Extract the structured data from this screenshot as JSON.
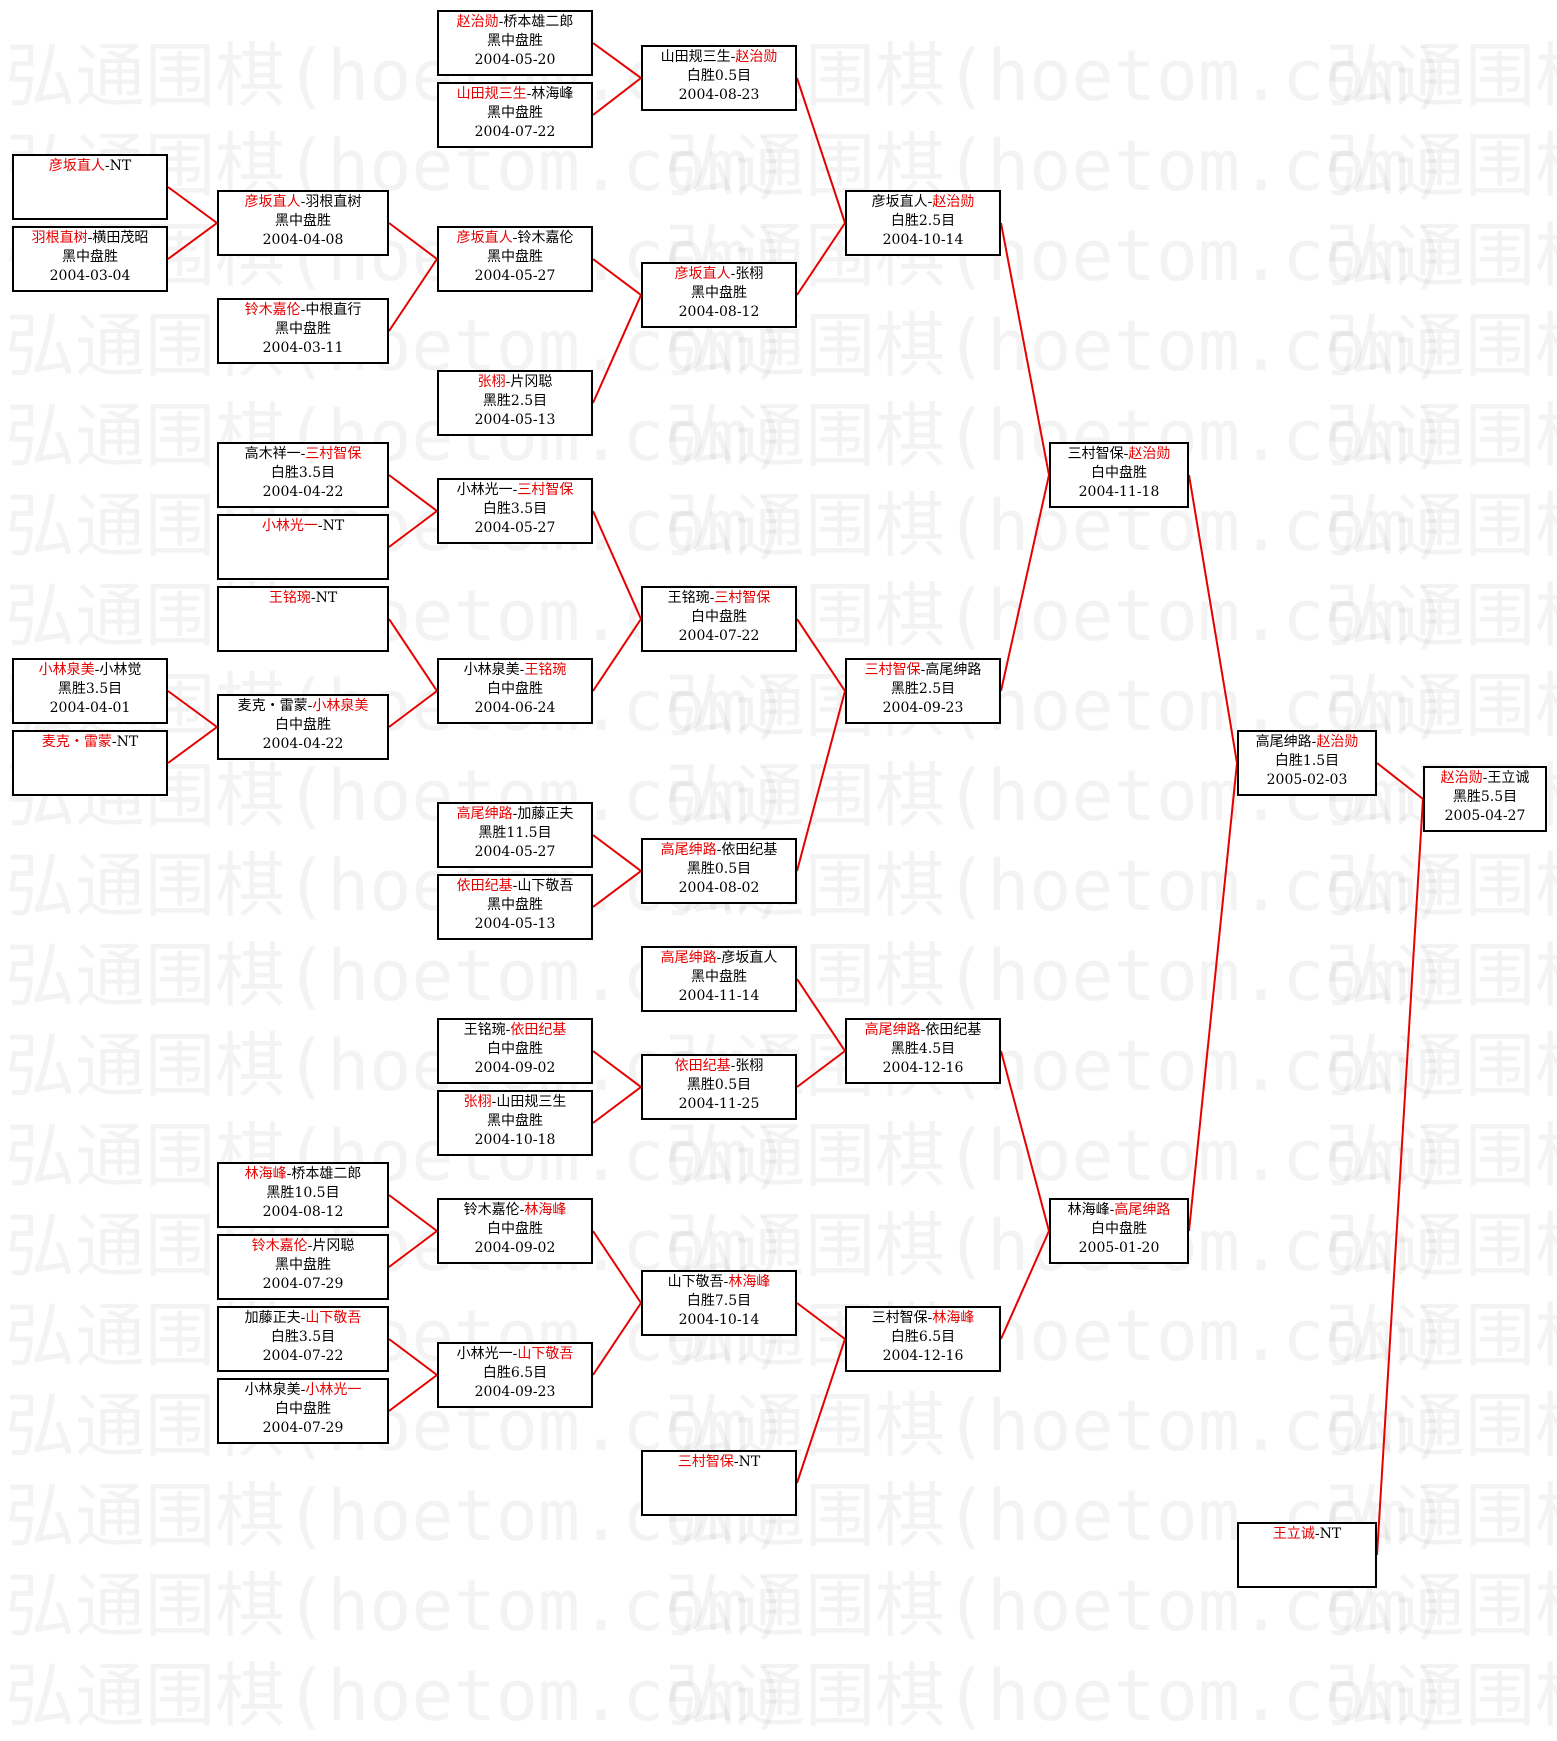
{
  "watermark": "弘通围棋(hoetom.com)",
  "colors": {
    "winner": "#e60000",
    "line": "#e60000",
    "border": "#000000",
    "text": "#000000"
  },
  "games": [
    {
      "id": "g1",
      "p1": "赵治勋",
      "sep": "-",
      "p2": "桥本雄二郎",
      "winner": 1,
      "result": "黑中盘胜",
      "date": "2004-05-20"
    },
    {
      "id": "g2",
      "p1": "山田规三生",
      "sep": "-",
      "p2": "林海峰",
      "winner": 1,
      "result": "黑中盘胜",
      "date": "2004-07-22"
    },
    {
      "id": "g3",
      "p1": "山田规三生",
      "sep": "-",
      "p2": "赵治勋",
      "winner": 2,
      "result": "白胜0.5目",
      "date": "2004-08-23"
    },
    {
      "id": "g4",
      "p1": "彦坂直人",
      "sep": "-",
      "p2": "NT",
      "winner": 1,
      "result": "",
      "date": ""
    },
    {
      "id": "g5",
      "p1": "羽根直树",
      "sep": "-",
      "p2": "横田茂昭",
      "winner": 1,
      "result": "黑中盘胜",
      "date": "2004-03-04"
    },
    {
      "id": "g6",
      "p1": "彦坂直人",
      "sep": "-",
      "p2": "羽根直树",
      "winner": 1,
      "result": "黑中盘胜",
      "date": "2004-04-08"
    },
    {
      "id": "g7",
      "p1": "铃木嘉伦",
      "sep": "-",
      "p2": "中根直行",
      "winner": 1,
      "result": "黑中盘胜",
      "date": "2004-03-11"
    },
    {
      "id": "g8",
      "p1": "彦坂直人",
      "sep": "-",
      "p2": "铃木嘉伦",
      "winner": 1,
      "result": "黑中盘胜",
      "date": "2004-05-27"
    },
    {
      "id": "g9",
      "p1": "张栩",
      "sep": "-",
      "p2": "片冈聪",
      "winner": 1,
      "result": "黑胜2.5目",
      "date": "2004-05-13"
    },
    {
      "id": "g10",
      "p1": "彦坂直人",
      "sep": "-",
      "p2": "张栩",
      "winner": 1,
      "result": "黑中盘胜",
      "date": "2004-08-12"
    },
    {
      "id": "g11",
      "p1": "彦坂直人",
      "sep": "-",
      "p2": "赵治勋",
      "winner": 2,
      "result": "白胜2.5目",
      "date": "2004-10-14"
    },
    {
      "id": "g12",
      "p1": "高木祥一",
      "sep": "-",
      "p2": "三村智保",
      "winner": 2,
      "result": "白胜3.5目",
      "date": "2004-04-22"
    },
    {
      "id": "g13",
      "p1": "小林光一",
      "sep": "-",
      "p2": "NT",
      "winner": 1,
      "result": "",
      "date": ""
    },
    {
      "id": "g14",
      "p1": "小林光一",
      "sep": "-",
      "p2": "三村智保",
      "winner": 2,
      "result": "白胜3.5目",
      "date": "2004-05-27"
    },
    {
      "id": "g15",
      "p1": "王铭琬",
      "sep": "-",
      "p2": "NT",
      "winner": 1,
      "result": "",
      "date": ""
    },
    {
      "id": "g16",
      "p1": "小林泉美",
      "sep": "-",
      "p2": "小林觉",
      "winner": 1,
      "result": "黑胜3.5目",
      "date": "2004-04-01"
    },
    {
      "id": "g17",
      "p1": "麦克・雷蒙",
      "sep": "-",
      "p2": "NT",
      "winner": 1,
      "result": "",
      "date": ""
    },
    {
      "id": "g18",
      "p1": "麦克・雷蒙",
      "sep": "-",
      "p2": "小林泉美",
      "winner": 2,
      "result": "白中盘胜",
      "date": "2004-04-22"
    },
    {
      "id": "g19",
      "p1": "小林泉美",
      "sep": "-",
      "p2": "王铭琬",
      "winner": 2,
      "result": "白中盘胜",
      "date": "2004-06-24"
    },
    {
      "id": "g20",
      "p1": "王铭琬",
      "sep": "-",
      "p2": "三村智保",
      "winner": 2,
      "result": "白中盘胜",
      "date": "2004-07-22"
    },
    {
      "id": "g21",
      "p1": "三村智保",
      "sep": "-",
      "p2": "高尾绅路",
      "winner": 1,
      "result": "黑胜2.5目",
      "date": "2004-09-23"
    },
    {
      "id": "g22",
      "p1": "三村智保",
      "sep": "-",
      "p2": "赵治勋",
      "winner": 2,
      "result": "白中盘胜",
      "date": "2004-11-18"
    },
    {
      "id": "g23",
      "p1": "高尾绅路",
      "sep": "-",
      "p2": "加藤正夫",
      "winner": 1,
      "result": "黑胜11.5目",
      "date": "2004-05-27"
    },
    {
      "id": "g24",
      "p1": "依田纪基",
      "sep": "-",
      "p2": "山下敬吾",
      "winner": 1,
      "result": "黑中盘胜",
      "date": "2004-05-13"
    },
    {
      "id": "g25",
      "p1": "高尾绅路",
      "sep": "-",
      "p2": "依田纪基",
      "winner": 1,
      "result": "黑胜0.5目",
      "date": "2004-08-02"
    },
    {
      "id": "g26",
      "p1": "高尾绅路",
      "sep": "-",
      "p2": "彦坂直人",
      "winner": 1,
      "result": "黑中盘胜",
      "date": "2004-11-14"
    },
    {
      "id": "g27",
      "p1": "王铭琬",
      "sep": "-",
      "p2": "依田纪基",
      "winner": 2,
      "result": "白中盘胜",
      "date": "2004-09-02"
    },
    {
      "id": "g28",
      "p1": "张栩",
      "sep": "-",
      "p2": "山田规三生",
      "winner": 1,
      "result": "黑中盘胜",
      "date": "2004-10-18"
    },
    {
      "id": "g29",
      "p1": "依田纪基",
      "sep": "-",
      "p2": "张栩",
      "winner": 1,
      "result": "黑胜0.5目",
      "date": "2004-11-25"
    },
    {
      "id": "g30",
      "p1": "高尾绅路",
      "sep": "-",
      "p2": "依田纪基",
      "winner": 1,
      "result": "黑胜4.5目",
      "date": "2004-12-16"
    },
    {
      "id": "g31",
      "p1": "林海峰",
      "sep": "-",
      "p2": "桥本雄二郎",
      "winner": 1,
      "result": "黑胜10.5目",
      "date": "2004-08-12"
    },
    {
      "id": "g32",
      "p1": "铃木嘉伦",
      "sep": "-",
      "p2": "片冈聪",
      "winner": 1,
      "result": "黑中盘胜",
      "date": "2004-07-29"
    },
    {
      "id": "g33",
      "p1": "铃木嘉伦",
      "sep": "-",
      "p2": "林海峰",
      "winner": 2,
      "result": "白中盘胜",
      "date": "2004-09-02"
    },
    {
      "id": "g34",
      "p1": "加藤正夫",
      "sep": "-",
      "p2": "山下敬吾",
      "winner": 2,
      "result": "白胜3.5目",
      "date": "2004-07-22"
    },
    {
      "id": "g35",
      "p1": "小林泉美",
      "sep": "-",
      "p2": "小林光一",
      "winner": 2,
      "result": "白中盘胜",
      "date": "2004-07-29"
    },
    {
      "id": "g36",
      "p1": "小林光一",
      "sep": "-",
      "p2": "山下敬吾",
      "winner": 2,
      "result": "白胜6.5目",
      "date": "2004-09-23"
    },
    {
      "id": "g37",
      "p1": "山下敬吾",
      "sep": "-",
      "p2": "林海峰",
      "winner": 2,
      "result": "白胜7.5目",
      "date": "2004-10-14"
    },
    {
      "id": "g38",
      "p1": "三村智保",
      "sep": "-",
      "p2": "NT",
      "winner": 1,
      "result": "",
      "date": ""
    },
    {
      "id": "g39",
      "p1": "三村智保",
      "sep": "-",
      "p2": "林海峰",
      "winner": 2,
      "result": "白胜6.5目",
      "date": "2004-12-16"
    },
    {
      "id": "g40",
      "p1": "林海峰",
      "sep": "-",
      "p2": "高尾绅路",
      "winner": 2,
      "result": "白中盘胜",
      "date": "2005-01-20"
    },
    {
      "id": "g41",
      "p1": "高尾绅路",
      "sep": "-",
      "p2": "赵治勋",
      "winner": 2,
      "result": "白胜1.5目",
      "date": "2005-02-03"
    },
    {
      "id": "g42",
      "p1": "王立诚",
      "sep": "-",
      "p2": "NT",
      "winner": 1,
      "result": "",
      "date": ""
    },
    {
      "id": "g43",
      "p1": "赵治勋",
      "sep": "-",
      "p2": "王立诚",
      "winner": 1,
      "result": "黑胜5.5目",
      "date": "2005-04-27"
    }
  ],
  "links": [
    [
      "g1",
      "g3"
    ],
    [
      "g2",
      "g3"
    ],
    [
      "g4",
      "g6"
    ],
    [
      "g5",
      "g6"
    ],
    [
      "g6",
      "g8"
    ],
    [
      "g7",
      "g8"
    ],
    [
      "g8",
      "g10"
    ],
    [
      "g9",
      "g10"
    ],
    [
      "g3",
      "g11"
    ],
    [
      "g10",
      "g11"
    ],
    [
      "g12",
      "g14"
    ],
    [
      "g13",
      "g14"
    ],
    [
      "g16",
      "g18"
    ],
    [
      "g17",
      "g18"
    ],
    [
      "g15",
      "g19"
    ],
    [
      "g18",
      "g19"
    ],
    [
      "g14",
      "g20"
    ],
    [
      "g19",
      "g20"
    ],
    [
      "g20",
      "g21"
    ],
    [
      "g25",
      "g21"
    ],
    [
      "g11",
      "g22"
    ],
    [
      "g21",
      "g22"
    ],
    [
      "g23",
      "g25"
    ],
    [
      "g24",
      "g25"
    ],
    [
      "g27",
      "g29"
    ],
    [
      "g28",
      "g29"
    ],
    [
      "g26",
      "g30"
    ],
    [
      "g29",
      "g30"
    ],
    [
      "g31",
      "g33"
    ],
    [
      "g32",
      "g33"
    ],
    [
      "g34",
      "g36"
    ],
    [
      "g35",
      "g36"
    ],
    [
      "g33",
      "g37"
    ],
    [
      "g36",
      "g37"
    ],
    [
      "g37",
      "g39"
    ],
    [
      "g38",
      "g39"
    ],
    [
      "g30",
      "g40"
    ],
    [
      "g39",
      "g40"
    ],
    [
      "g22",
      "g41"
    ],
    [
      "g40",
      "g41"
    ],
    [
      "g41",
      "g43"
    ],
    [
      "g42",
      "g43"
    ]
  ]
}
